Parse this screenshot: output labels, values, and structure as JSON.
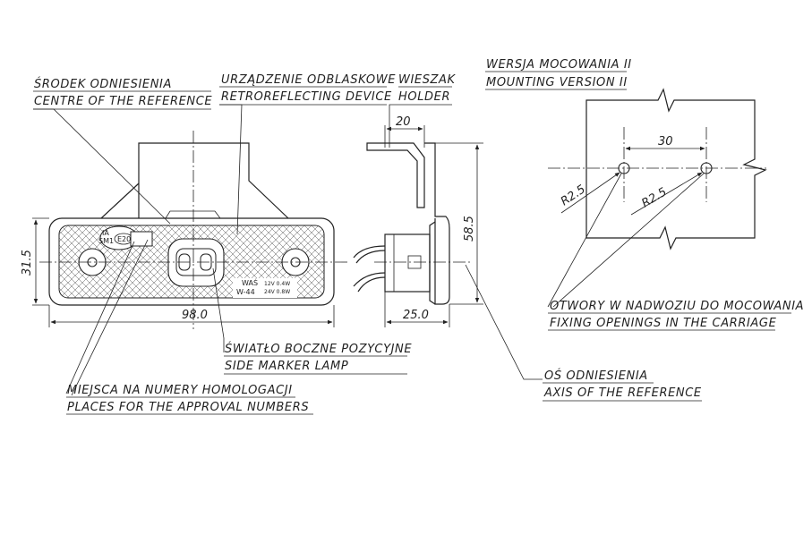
{
  "labels": {
    "centre_pl": "ŚRODEK ODNIESIENIA",
    "centre_en": "CENTRE OF THE REFERENCE",
    "retro_pl": "URZĄDZENIE ODBLASKOWE",
    "retro_en": "RETROREFLECTING DEVICE",
    "holder_pl": "WIESZAK",
    "holder_en": "HOLDER",
    "mounting_pl": "WERSJA MOCOWANIA II",
    "mounting_en": "MOUNTING VERSION II",
    "lamp_pl": "ŚWIATŁO BOCZNE POZYCYJNE",
    "lamp_en": "SIDE MARKER LAMP",
    "approval_pl": "MIEJSCA NA NUMERY HOMOLOGACJI",
    "approval_en": "PLACES FOR THE APPROVAL NUMBERS",
    "openings_pl": "OTWORY W NADWOZIU DO MOCOWANIA",
    "openings_en": "FIXING OPENINGS IN THE CARRIAGE",
    "axis_pl": "OŚ ODNIESIENIA",
    "axis_en": "AXIS OF THE REFERENCE"
  },
  "dimensions": {
    "width": "98.0",
    "height": "31.5",
    "depth": "25.0",
    "total_height": "58.5",
    "holder_width": "20",
    "hole_spacing": "30",
    "radius_left": "R2.5",
    "radius_right": "R2.5"
  },
  "markings": {
    "ia": "IA",
    "sm1": "SM1",
    "e20": "E20",
    "was": "WAŚ",
    "w44": "W-44",
    "v12": "12V 0.4W",
    "v24": "24V 0.8W"
  }
}
